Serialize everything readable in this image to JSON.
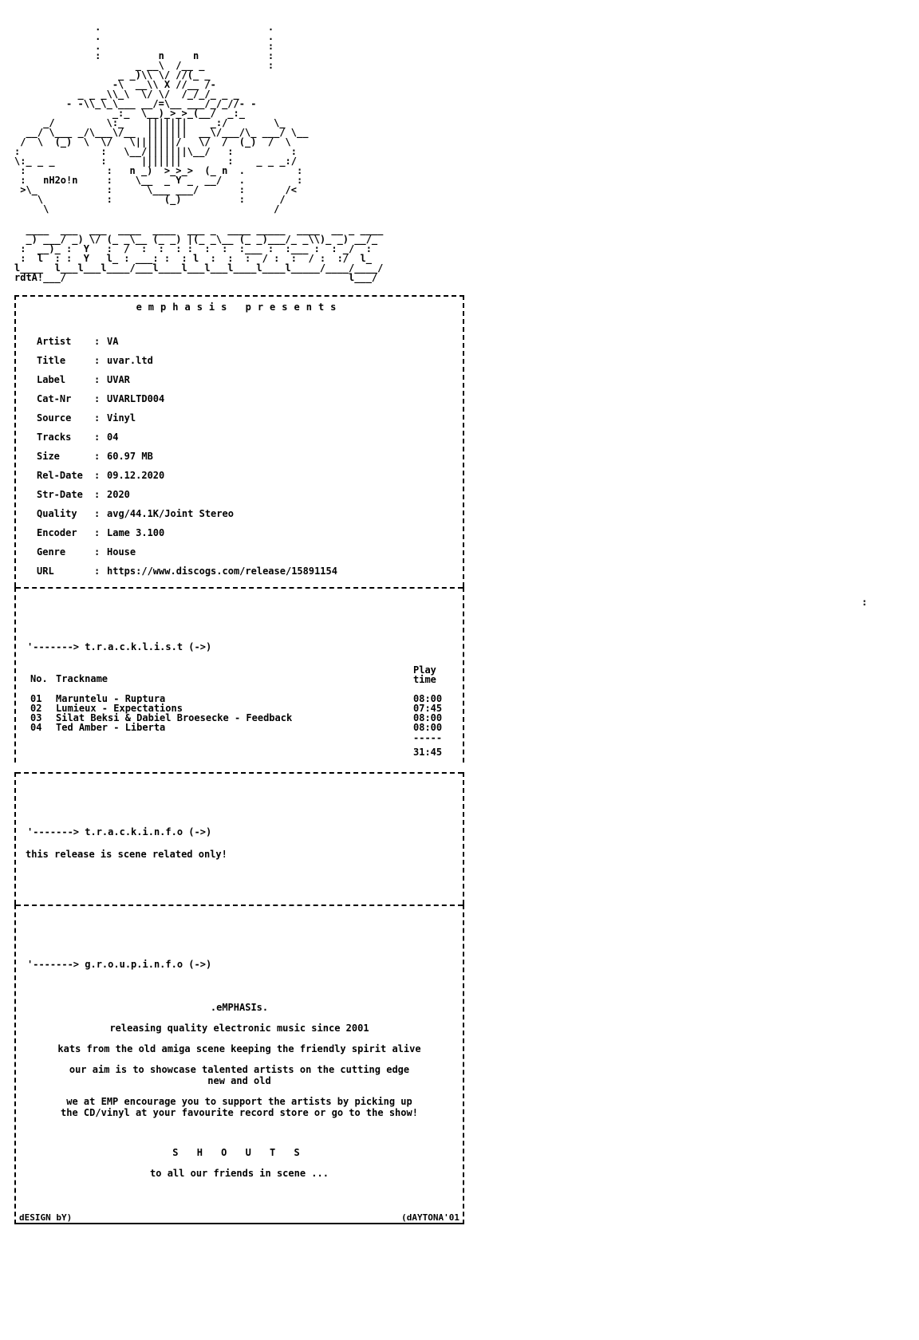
{
  "header_art": "              .                             .\n              .                             .\n              .                             :\n              :          n     n            :\n                     _ __\\  /__ _           :\n                  _ _)\\\\ \\/ //(_ _\n                 -\\  __\\\\ X //__ /-\n           _ _ _\\\\_\\  \\/ \\/  /_/_/_ _ _\n         - -\\\\_\\_\\___ __/=\\__ ___/_/_//- -\n                 _:_  \\__)_>_>_(__/  _:_\n     _/         \\:_    |||||||    _:/        \\_\n  __/ \\___ _/\\___\\/__  |||||||  __\\/___/\\_ ___/ \\__\n /  \\  (_)  \\  \\/   \\|||||||/   \\/  /  (_)  /  \\\n:              :   \\__/|||||||\\__/   :          :\n\\:_ _ _        :      |||||||        :    _ _ _:/\n :              :   n _)  >_>_>  (_ n  .         :\n :   nH2o!n     :    \\__  _ Y _  __/   .         :\n >\\_            :      \\___ ___/       :       /<\n    \\           :         (_)          :      /\n     \\                                       /",
  "logo_art": "  ____  ___  ___  ____  ____  ___ _  ____ _____  ____  __ _ ____\n  _) ___/ _) \\/ (_ _\\__ (_ _) |(_ _\\__ (_ _)___/_ _\\\\)_ _) __/_\n :  __)_ :  Y   :  /  :  :  : :  :  :  :___ :  :___ :  : _/  :\n :  l  : :  Y   l_ : ___: :  : l  :  :  :  / :  :  / :  :/  l_\nl____  l___l___l____/___l____l___l___l____l____l_____/____/____/\nrdtA!___/                                                 l___/",
  "intro": {
    "presents": "emphasis presents"
  },
  "info": {
    "rows": [
      {
        "key": "Artist",
        "value": "VA"
      },
      {
        "key": "Title",
        "value": "uvar.ltd"
      },
      {
        "key": "Label",
        "value": "UVAR"
      },
      {
        "key": "Cat-Nr",
        "value": "UVARLTD004"
      },
      {
        "key": "Source",
        "value": "Vinyl"
      },
      {
        "key": "Tracks",
        "value": "04"
      },
      {
        "key": "Size",
        "value": "60.97 MB"
      },
      {
        "key": "Rel-Date",
        "value": "09.12.2020"
      },
      {
        "key": "Str-Date",
        "value": "2020"
      },
      {
        "key": "Quality",
        "value": "avg/44.1K/Joint Stereo"
      },
      {
        "key": "Encoder",
        "value": "Lame 3.100"
      },
      {
        "key": "Genre",
        "value": "House"
      },
      {
        "key": "URL",
        "value": "https://www.discogs.com/release/15891154"
      }
    ]
  },
  "tracklist": {
    "section_label": "'-------> t.r.a.c.k.l.i.s.t (->)",
    "col_no": "No.",
    "col_name": "Trackname",
    "col_time": "Play\ntime",
    "tracks": [
      {
        "no": "01",
        "name": "Maruntelu - Ruptura",
        "time": "08:00"
      },
      {
        "no": "02",
        "name": "Lumieux - Expectations",
        "time": "07:45"
      },
      {
        "no": "03",
        "name": "Silat Beksi & Dabiel Broesecke - Feedback",
        "time": "08:00"
      },
      {
        "no": "04",
        "name": "Ted Amber - Liberta",
        "time": "08:00"
      }
    ],
    "total_sep": "-----",
    "total": "31:45"
  },
  "trackinfo": {
    "section_label": "'-------> t.r.a.c.k.i.n.f.o (->)",
    "text": "this release is scene related only!"
  },
  "groupinfo": {
    "section_label": "'-------> g.r.o.u.p.i.n.f.o (->)",
    "name": ".eMPHASIs.",
    "line1": "releasing quality electronic music since 2001",
    "line2": "kats from the old amiga scene keeping the friendly spirit alive",
    "line3a": "our aim is to showcase talented artists on the cutting edge",
    "line3b": "new and old",
    "line4a": "we at EMP encourage you to support the artists by picking up",
    "line4b": "the CD/vinyl at your favourite record store or go to the show!",
    "shouts_title": "S H O U T S",
    "shouts_text": "to all our friends in scene ..."
  },
  "footer": {
    "left": "dESIGN bY)",
    "right": "(dAYTONA'01"
  },
  "side_mark": ":"
}
